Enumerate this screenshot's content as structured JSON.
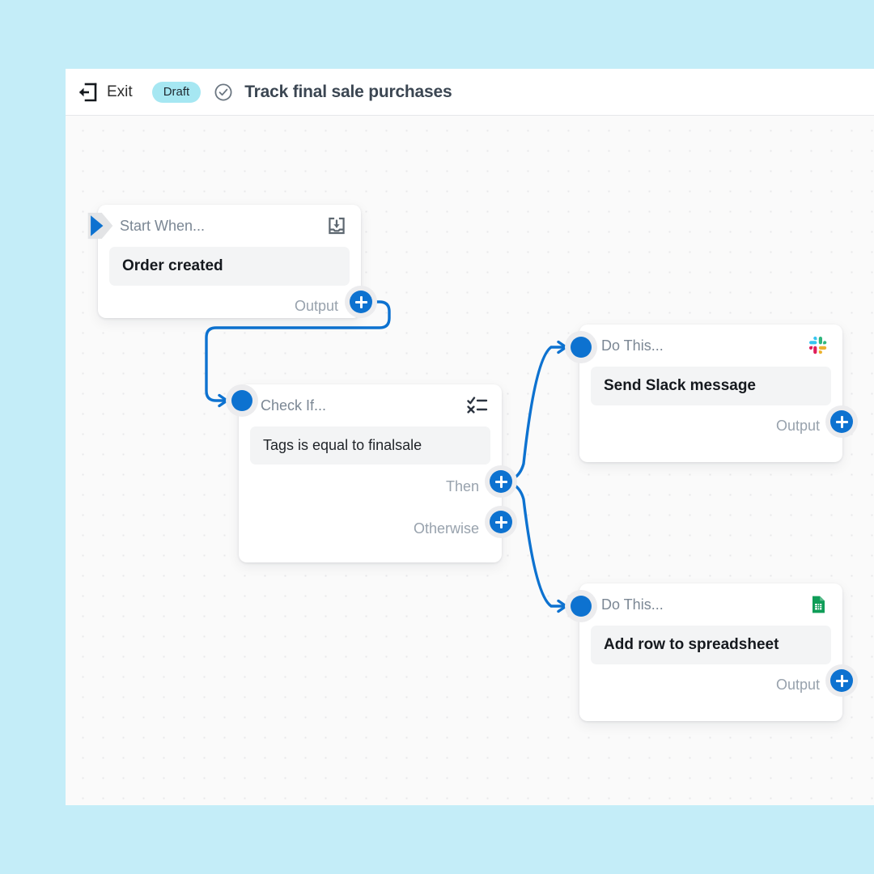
{
  "window": {
    "background_color": "#c4edf8",
    "canvas_color": "#fafafa"
  },
  "topbar": {
    "exit_label": "Exit",
    "exit_icon": "exit-arrow-icon",
    "status_badge": "Draft",
    "status_badge_color": "#a6e7f2",
    "status_check_icon": "check-circle-icon",
    "title": "Track final sale purchases"
  },
  "accent_color": "#0d72d0",
  "nodes": [
    {
      "id": "trigger",
      "header_title": "Start When...",
      "app_icon": "inbox-download-icon",
      "value": "Order created",
      "port_label": "Output"
    },
    {
      "id": "condition",
      "header_title": "Check If...",
      "app_icon": "check-x-condition-icon",
      "value": "Tags is equal to finalsale",
      "port_label_then": "Then",
      "port_label_otherwise": "Otherwise"
    },
    {
      "id": "action-slack",
      "header_title": "Do This...",
      "app_icon": "slack-icon",
      "value": "Send Slack message",
      "port_label": "Output"
    },
    {
      "id": "action-sheets",
      "header_title": "Do This...",
      "app_icon": "google-sheets-icon",
      "value": "Add row to spreadsheet",
      "port_label": "Output"
    }
  ],
  "icon_colors": {
    "slack_green": "#2EB67D",
    "slack_blue": "#36C5F0",
    "slack_red": "#E01E5A",
    "slack_yellow": "#ECB22E",
    "sheets_green": "#0F9D58"
  }
}
